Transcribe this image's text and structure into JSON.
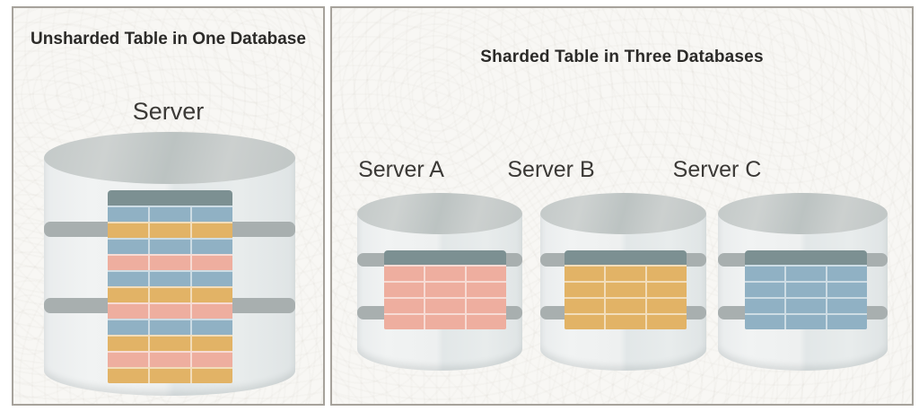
{
  "unsharded": {
    "title": "Unsharded Table in One Database",
    "server_label": "Server",
    "table": {
      "columns": 3,
      "row_colors": [
        "blue",
        "yellow",
        "blue",
        "pink",
        "blue",
        "yellow",
        "pink",
        "blue",
        "yellow",
        "pink",
        "yellow"
      ]
    }
  },
  "sharded": {
    "title": "Sharded Table in Three Databases",
    "servers": [
      {
        "label": "Server A",
        "table": {
          "columns": 3,
          "row_colors": [
            "pink",
            "pink",
            "pink",
            "pink"
          ]
        }
      },
      {
        "label": "Server B",
        "table": {
          "columns": 3,
          "row_colors": [
            "yellow",
            "yellow",
            "yellow",
            "yellow"
          ]
        }
      },
      {
        "label": "Server C",
        "table": {
          "columns": 3,
          "row_colors": [
            "blue",
            "blue",
            "blue",
            "blue"
          ]
        }
      }
    ]
  },
  "colors": {
    "pink": "#eeae9f",
    "yellow": "#e2b366",
    "blue": "#90b1c4",
    "table_header": "#7c9092",
    "cylinder_band": "#a8afaf",
    "panel_border": "#a6a29b",
    "panel_background": "#f8f7f4",
    "title_text": "#2b2a28"
  }
}
